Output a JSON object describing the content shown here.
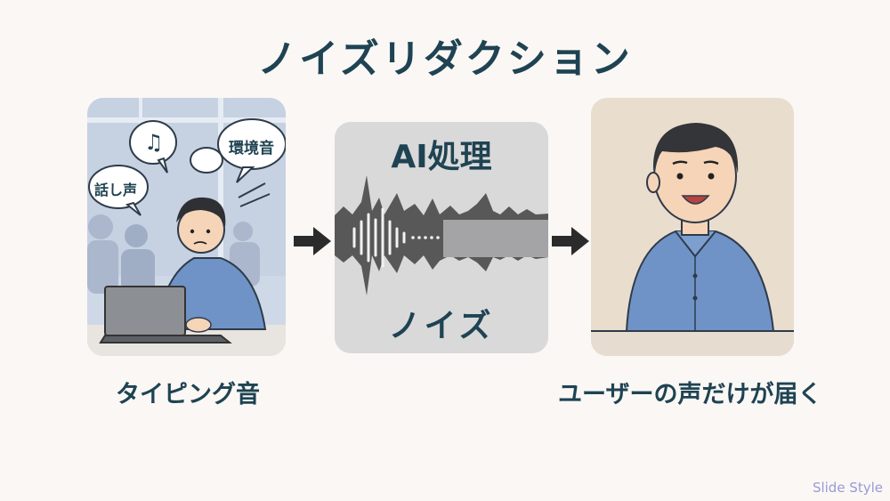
{
  "title": "ノイズリダクション",
  "left_panel": {
    "bubble_speech": "話し声",
    "bubble_env": "環境音",
    "bubble_music": "♫",
    "caption": "タイピング音"
  },
  "middle_panel": {
    "top_label": "AI処理",
    "bottom_label": "ノイズ"
  },
  "right_panel": {
    "caption": "ユーザーの声だけが届く"
  },
  "watermark": "Slide Style",
  "colors": {
    "title": "#1f4352",
    "shirt": "#6f93c7",
    "arrow": "#2b2b2b",
    "waveform": "#555555",
    "clean_signal": "#f2f2f2"
  }
}
